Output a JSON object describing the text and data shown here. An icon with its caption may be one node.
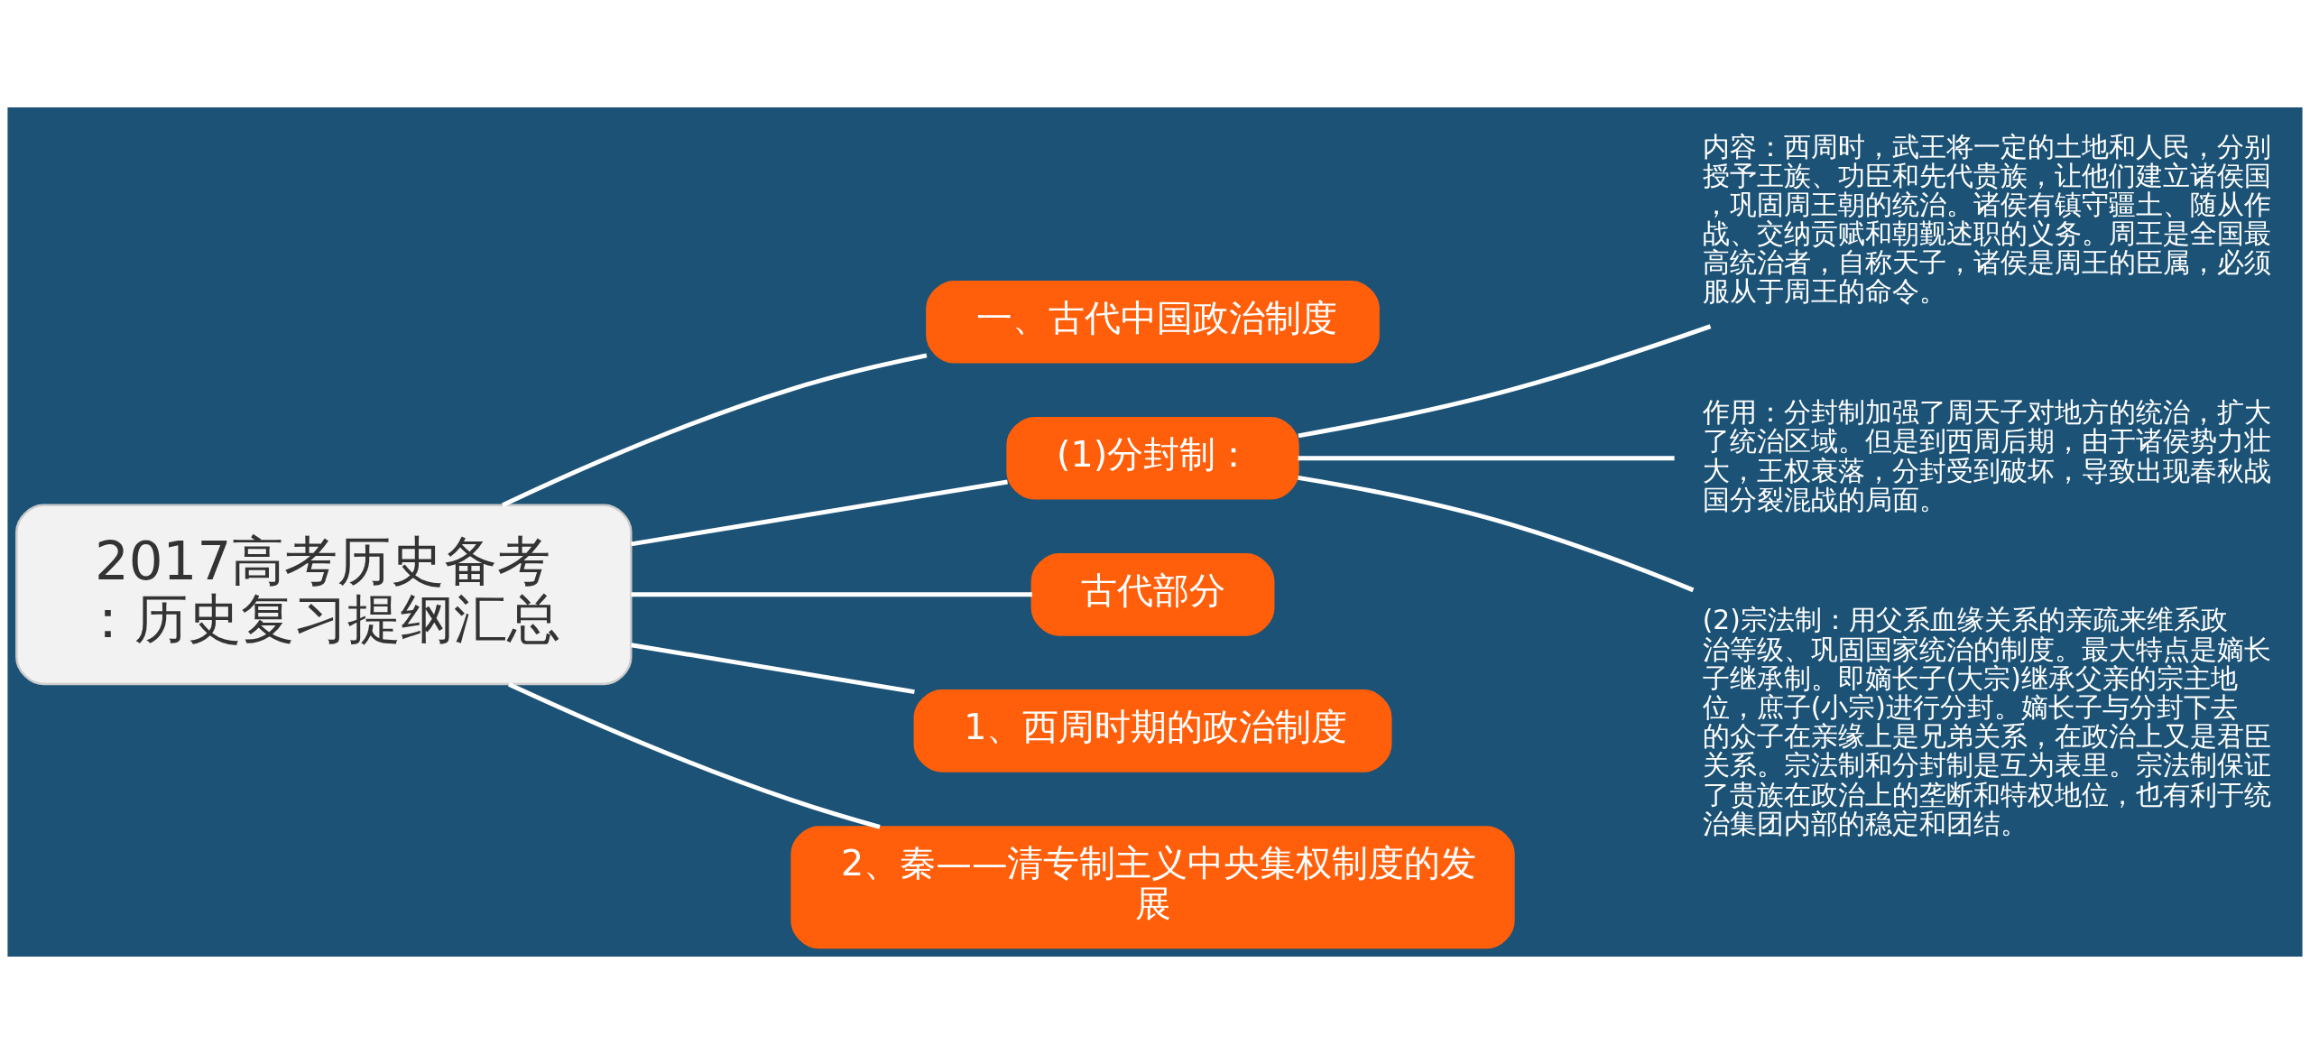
{
  "diagram": {
    "nodes": [
      {
        "text": [
          "2017高考历史备考：历史复习提纲汇总"
        ]
      },
      {
        "text": [
          "一、古代中国政治制度"
        ]
      },
      {
        "text": [
          "(1)分封制："
        ]
      },
      {
        "text": [
          "内容：西周时，武王将一定的土地和人民，分别授予王族、功臣和先代贵族，让他们建立诸侯国，巩固周王朝的统治。诸侯有镇守疆土、随从作战、交纳贡赋和朝觐述职的义务。周王是全国最高统治者，自称天子，诸侯是周王的臣属，必须服从于周王的命令。"
        ]
      },
      {
        "text": [
          "作用：分封制加强了周天子对地方的统治，扩大了统治区域。但是到西周后期，由于诸侯势力壮大，王权衰落，分封受到破坏，导致出现春秋战国分裂混战的局面。"
        ]
      },
      {
        "text": [
          "(2)宗法制：用父系血缘关系的亲疏来维系政治等级、巩固国家统治的制度。最大特点是嫡长子继承制。即嫡长子(大宗)继承父亲的宗主地位，庶子(小宗)进行分封。嫡长子与分封下去的众子在亲缘上是兄弟关系，在政治上又是君臣关系。宗法制和分封制是互为表里。宗法制保证了贵族在政治上的垄断和特权地位，也有利于统治集团内部的稳定和团结。"
        ]
      },
      {
        "text": [
          "古代部分"
        ]
      },
      {
        "text": [
          "1、西周时期的政治制度"
        ]
      },
      {
        "text": [
          "2、秦——清专制主义中央集权制度的发展"
        ]
      }
    ],
    "edges": [
      {
        "from": 0,
        "to": 1,
        "arrow": "none"
      },
      {
        "from": 0,
        "to": 2,
        "arrow": "none"
      },
      {
        "from": 2,
        "to": 3,
        "arrow": "none"
      },
      {
        "from": 2,
        "to": 4,
        "arrow": "none"
      },
      {
        "from": 2,
        "to": 5,
        "arrow": "none"
      },
      {
        "from": 0,
        "to": 6,
        "arrow": "none"
      },
      {
        "from": 0,
        "to": 7,
        "arrow": "none"
      },
      {
        "from": 0,
        "to": 8,
        "arrow": "none"
      }
    ]
  }
}
